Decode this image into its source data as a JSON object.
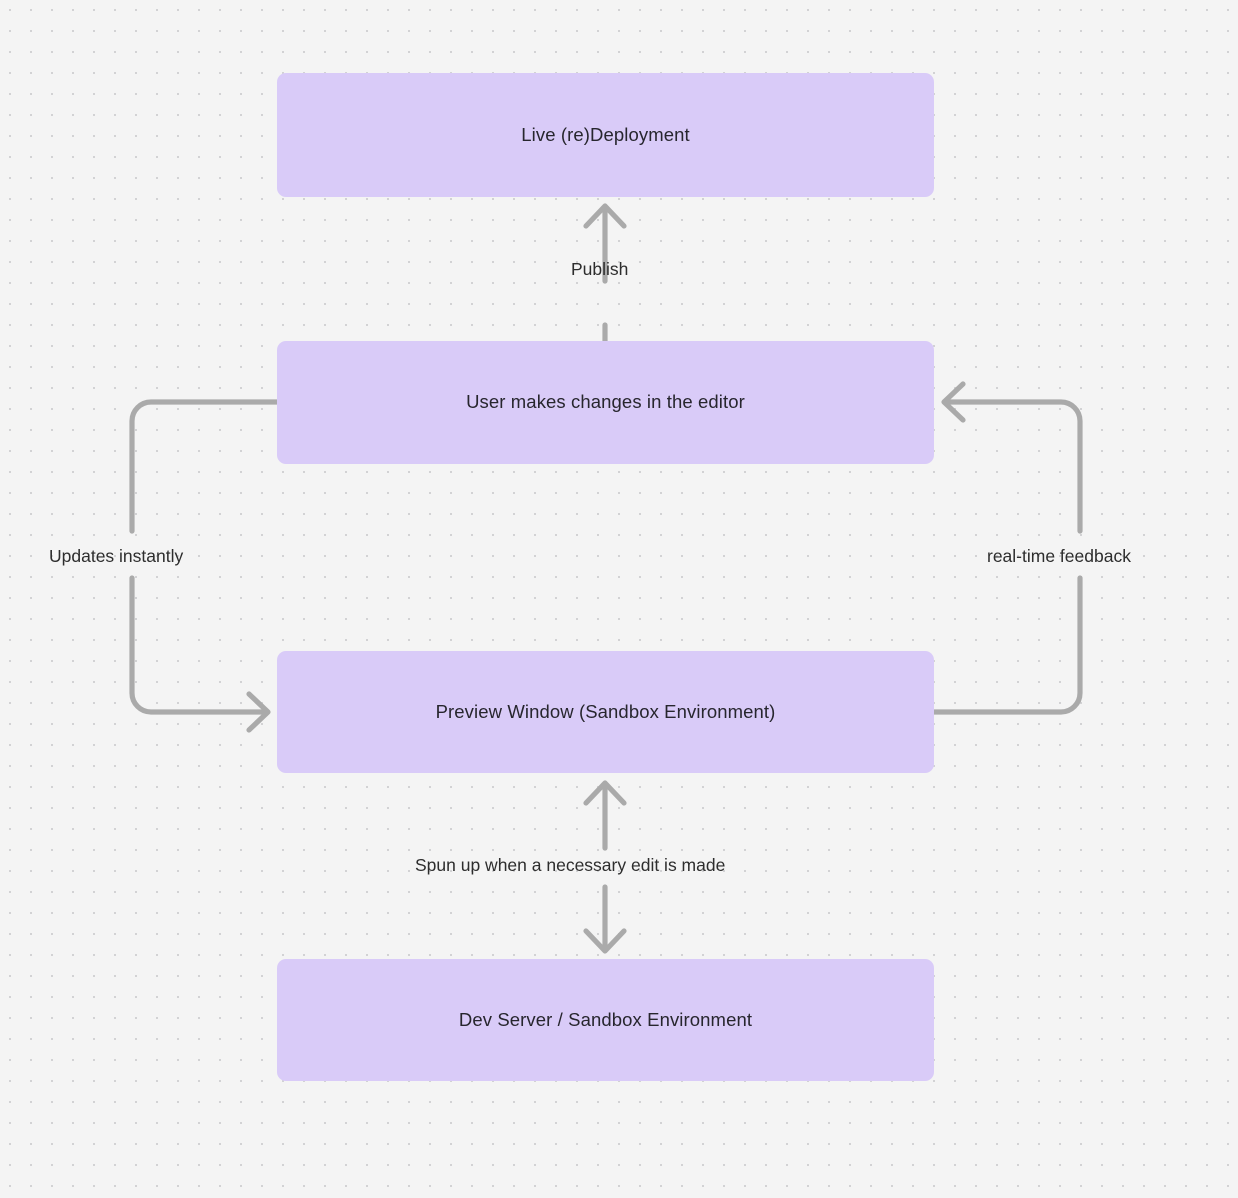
{
  "diagram": {
    "type": "flowchart",
    "title": "Live preview / deployment loop",
    "background_color": "#f4f4f4",
    "node_fill_color": "#d9cbf8",
    "node_text_color": "#27262e",
    "edge_color": "#aaaaaa",
    "edge_label_color": "#2d2d2d",
    "nodes": [
      {
        "id": "live",
        "label": "Live (re)Deployment"
      },
      {
        "id": "user-edits",
        "label": "User makes changes in the editor"
      },
      {
        "id": "preview",
        "label": "Preview Window (Sandbox Environment)"
      },
      {
        "id": "dev-server",
        "label": "Dev Server / Sandbox Environment"
      }
    ],
    "edges": [
      {
        "id": "publish",
        "from": "user-edits",
        "to": "live",
        "label": "Publish",
        "direction": "up",
        "routing": "straight"
      },
      {
        "id": "updates",
        "from": "user-edits",
        "to": "preview",
        "label": "Updates instantly",
        "direction": "down",
        "routing": "left-elbow"
      },
      {
        "id": "realtime",
        "from": "preview",
        "to": "user-edits",
        "label": "real-time feedback",
        "direction": "up",
        "routing": "right-elbow"
      },
      {
        "id": "spun-up",
        "from": "preview",
        "to": "dev-server",
        "label": "Spun up when a necessary edit is made",
        "direction": "bidirectional",
        "routing": "straight"
      }
    ]
  }
}
